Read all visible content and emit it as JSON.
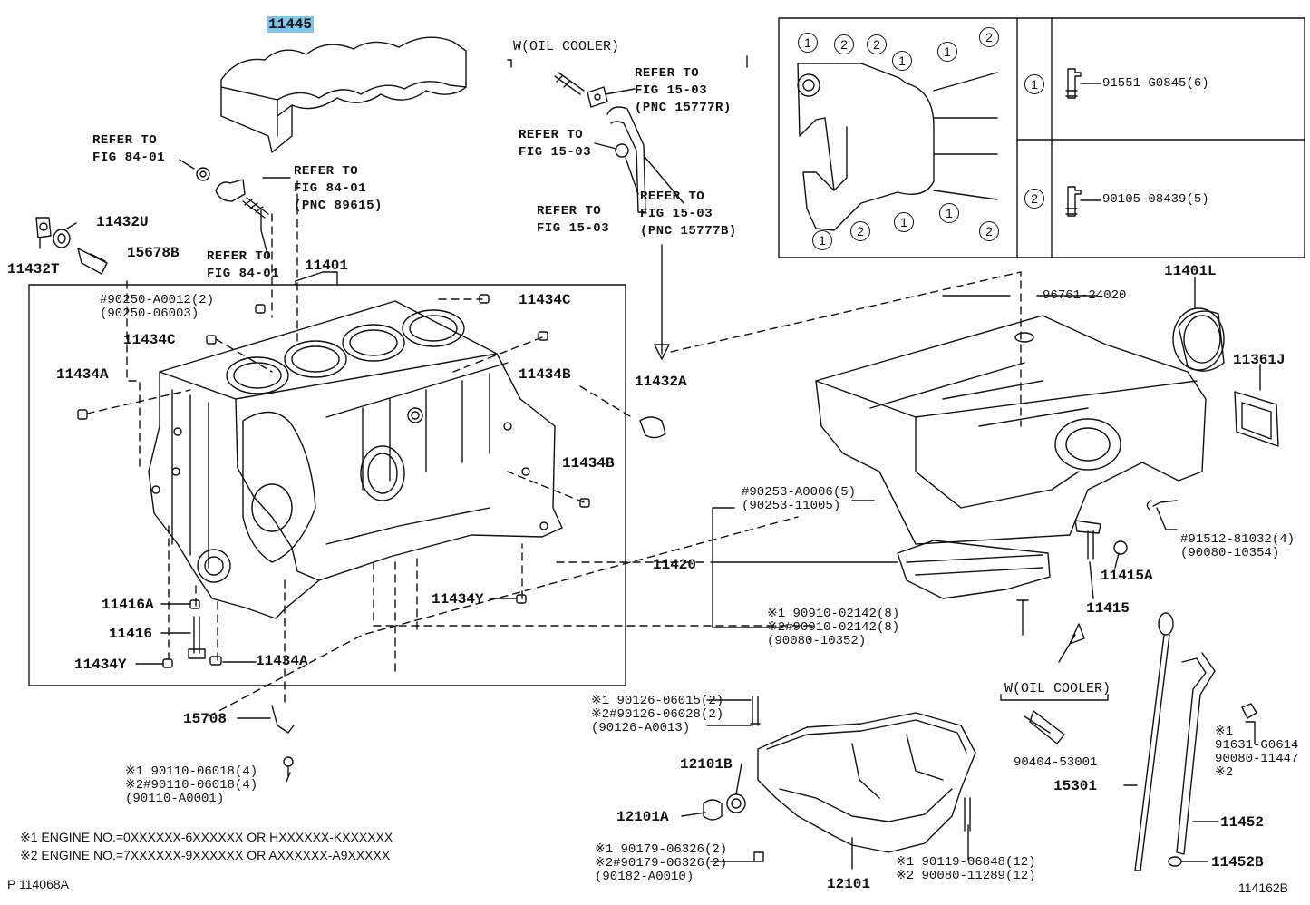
{
  "highlight_part": "11445",
  "callouts": {
    "p11432U": "11432U",
    "p15678B": "15678B",
    "p11432T": "11432T",
    "p11401": "11401",
    "p11434C_a": "11434C",
    "p11434C_b": "11434C",
    "p11434A_a": "11434A",
    "p11434B_a": "11434B",
    "p11432A": "11432A",
    "p11434B_b": "11434B",
    "p11420": "11420",
    "p11416A": "11416A",
    "p11416": "11416",
    "p11434Y_a": "11434Y",
    "p11434Y_b": "11434Y",
    "p11434A_b": "11434A",
    "p15708": "15708",
    "p11401L": "11401L",
    "p11361J": "11361J",
    "p11415A": "11415A",
    "p11415": "11415",
    "p12101B": "12101B",
    "p12101A": "12101A",
    "p12101": "12101",
    "p15301": "15301",
    "p11452": "11452",
    "p11452B": "11452B"
  },
  "refs": {
    "r84_01_a_1": "REFER TO",
    "r84_01_a_2": "FIG 84-01",
    "r84_01_b_1": "REFER TO",
    "r84_01_b_2": "FIG 84-01",
    "r84_01_b_3": "(PNC 89615)",
    "r84_01_c_1": "REFER TO",
    "r84_01_c_2": "FIG 84-01",
    "oil_cooler_top": "W(OIL COOLER)",
    "r15_03_a_1": "REFER TO",
    "r15_03_a_2": "FIG 15-03",
    "r15_03_a_3": "(PNC 15777R)",
    "r15_03_b_1": "REFER TO",
    "r15_03_b_2": "FIG 15-03",
    "r15_03_c_1": "REFER TO",
    "r15_03_c_2": "FIG 15-03",
    "r15_03_d_1": "REFER TO",
    "r15_03_d_2": "FIG 15-03",
    "r15_03_d_3": "(PNC 15777B)",
    "oil_cooler_bottom": "W(OIL COOLER)"
  },
  "small_parts": {
    "s90250_1": "#90250-A0012(2)",
    "s90250_2": "(90250-06003)",
    "s96761": "96761-24020",
    "s90253_1": "#90253-A0006(5)",
    "s90253_2": "(90253-11005)",
    "s91512_1": "#91512-81032(4)",
    "s91512_2": "(90080-10354)",
    "s90910_1": "※1 90910-02142(8)",
    "s90910_2": "※2#90910-02142(8)",
    "s90910_3": "(90080-10352)",
    "s90126_1": "※1 90126-06015(2)",
    "s90126_2": "※2#90126-06028(2)",
    "s90126_3": "(90126-A0013)",
    "s90110_1": "※1 90110-06018(4)",
    "s90110_2": "※2#90110-06018(4)",
    "s90110_3": "(90110-A0001)",
    "s90404": "90404-53001",
    "s91631_1": "※1",
    "s91631_2": "91631-G0614",
    "s91631_3": "90080-11447",
    "s91631_4": "※2",
    "s90179_1": "※1 90179-06326(2)",
    "s90179_2": "※2#90179-06326(2)",
    "s90179_3": "(90182-A0010)",
    "s90119_1": "※1 90119-06848(12)",
    "s90119_2": "※2 90080-11289(12)"
  },
  "bolt_table": {
    "rows": [
      {
        "num": "1",
        "part": "91551-G0845(6)"
      },
      {
        "num": "2",
        "part": "90105-08439(5)"
      }
    ]
  },
  "inset_circles": [
    "1",
    "2",
    "2",
    "1",
    "1",
    "2",
    "1",
    "1",
    "1",
    "2",
    "1",
    "2"
  ],
  "notes": {
    "n1": "※1 ENGINE NO.=0XXXXXX-6XXXXXX OR HXXXXXX-KXXXXXX",
    "n2": "※2 ENGINE NO.=7XXXXXX-9XXXXXX OR AXXXXXX-A9XXXXX"
  },
  "codes": {
    "left": "P 114068A",
    "right": "114162B"
  },
  "colors": {
    "highlight": "#7fc6ea",
    "ink": "#111111"
  }
}
